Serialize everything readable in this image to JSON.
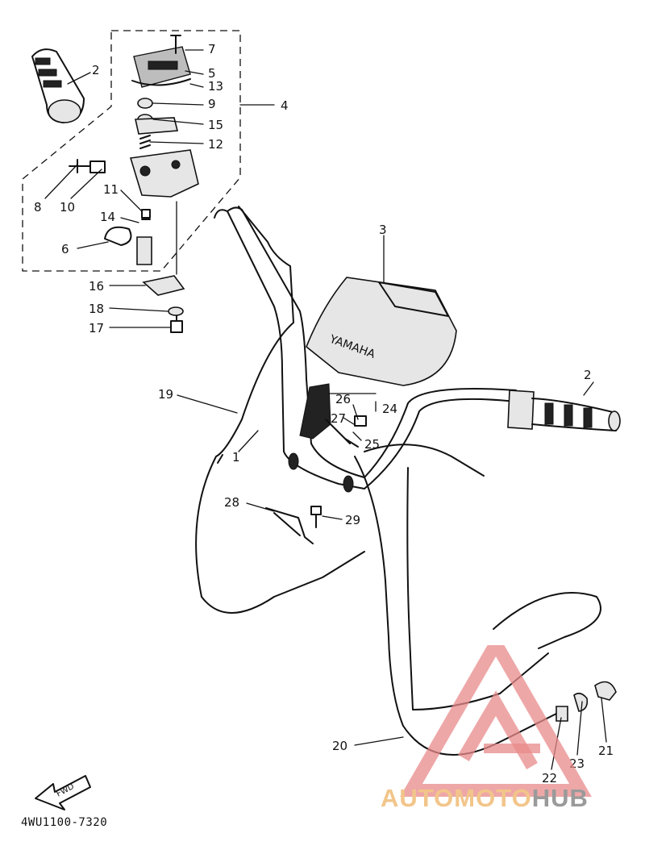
{
  "diagram": {
    "code": "4WU1100-7320",
    "fwd_badge": "FWD",
    "cover_brand": "YAMAHA",
    "callouts": [
      "1",
      "2",
      "2",
      "3",
      "4",
      "5",
      "6",
      "7",
      "8",
      "9",
      "10",
      "11",
      "12",
      "13",
      "14",
      "15",
      "16",
      "17",
      "18",
      "19",
      "20",
      "21",
      "22",
      "23",
      "24",
      "25",
      "26",
      "27",
      "28",
      "29"
    ]
  },
  "watermark": {
    "text_part1": "AUTOMOTO",
    "text_part2": "HUB",
    "colors": {
      "triangle": "#e88a8a",
      "text_part1": "#f2c58a",
      "text_part2": "#9a9a9a"
    }
  }
}
